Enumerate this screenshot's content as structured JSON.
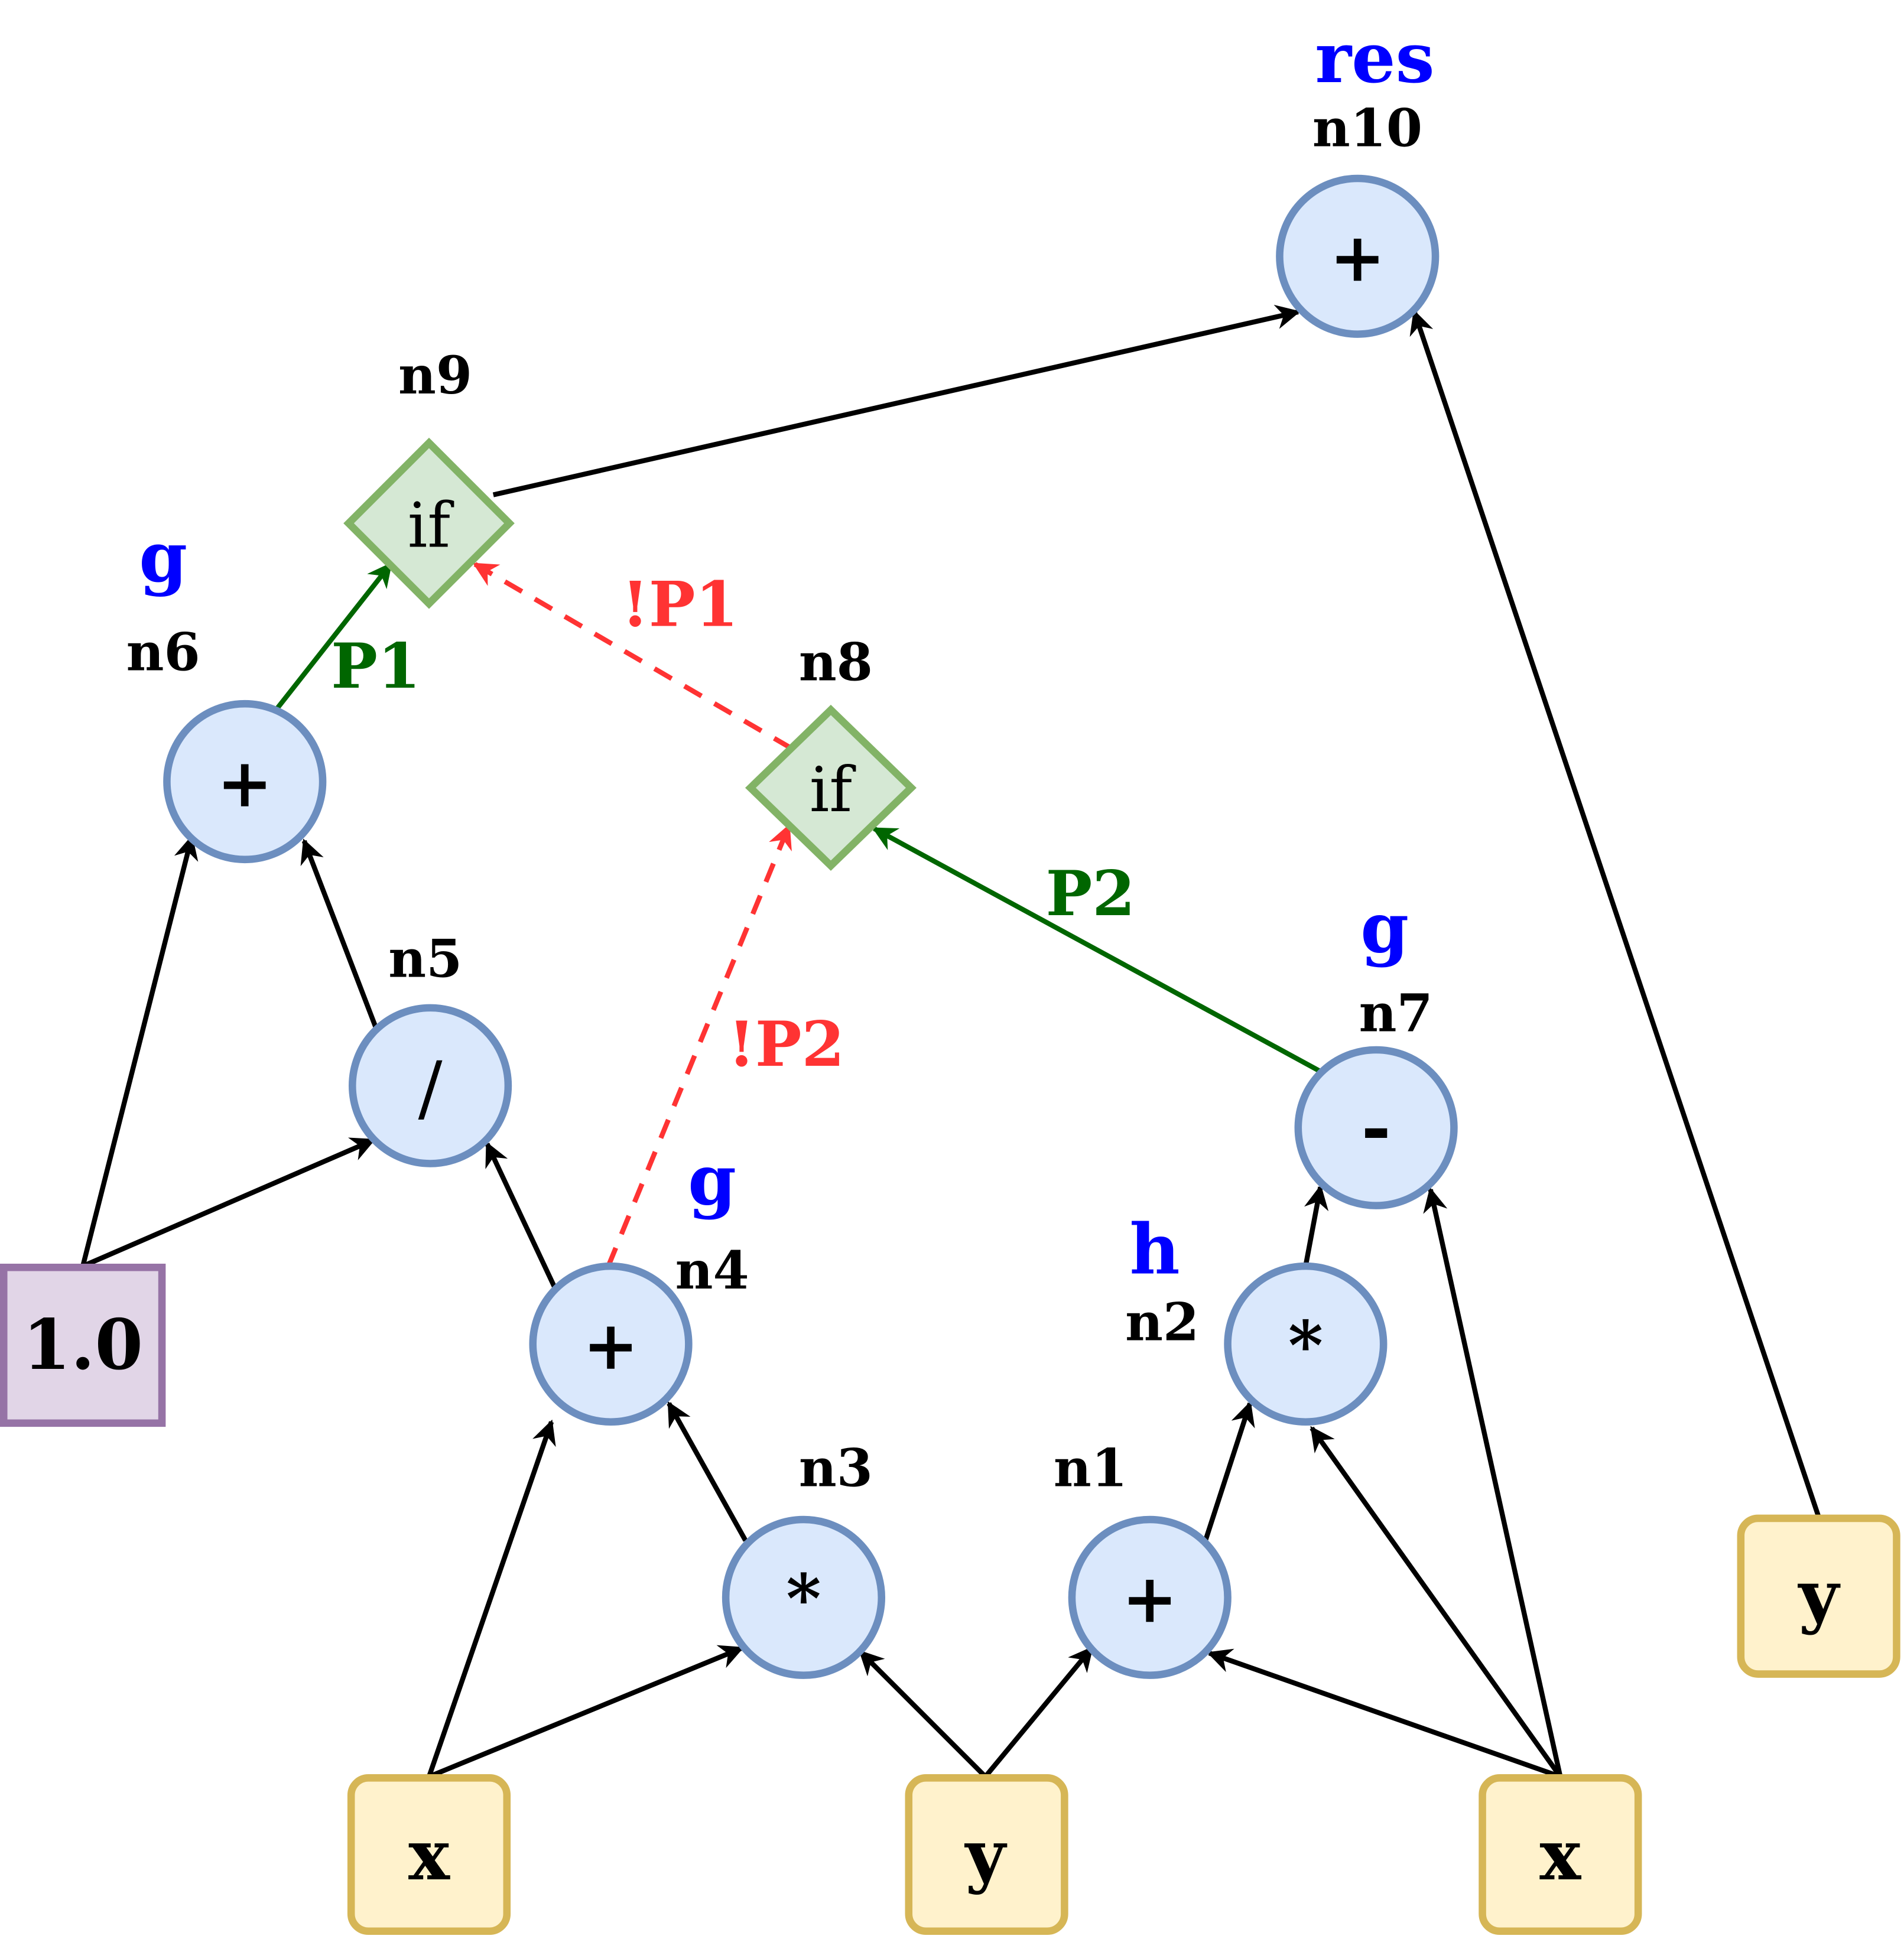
{
  "colors": {
    "circle_fill": "#dae8fc",
    "circle_stroke": "#6c8ebf",
    "diamond_fill": "#d5e8d4",
    "diamond_stroke": "#82b366",
    "input_fill": "#fff2cc",
    "input_stroke": "#d6b656",
    "const_fill": "#e1d5e7",
    "const_stroke": "#9673a6",
    "edge_black": "#000000",
    "edge_true": "#006600",
    "edge_false": "#ff3333",
    "annotation_blue": "#0000ff"
  },
  "nodes": {
    "n1": {
      "id": "n1",
      "op": "+"
    },
    "n2": {
      "id": "n2",
      "op": "*",
      "tag": "h"
    },
    "n3": {
      "id": "n3",
      "op": "*"
    },
    "n4": {
      "id": "n4",
      "op": "+",
      "tag": "g"
    },
    "n5": {
      "id": "n5",
      "op": "/"
    },
    "n6": {
      "id": "n6",
      "op": "+",
      "tag": "g"
    },
    "n7": {
      "id": "n7",
      "op": "-",
      "tag": "g"
    },
    "n8": {
      "id": "n8",
      "op": "if"
    },
    "n9": {
      "id": "n9",
      "op": "if"
    },
    "n10": {
      "id": "n10",
      "op": "+",
      "tag": "res"
    }
  },
  "inputs": {
    "x_left": "x",
    "y_mid": "y",
    "x_right": "x",
    "y_far": "y",
    "const": "1.0"
  },
  "edge_labels": {
    "p1": "P1",
    "not_p1": "!P1",
    "p2": "P2",
    "not_p2": "!P2"
  }
}
